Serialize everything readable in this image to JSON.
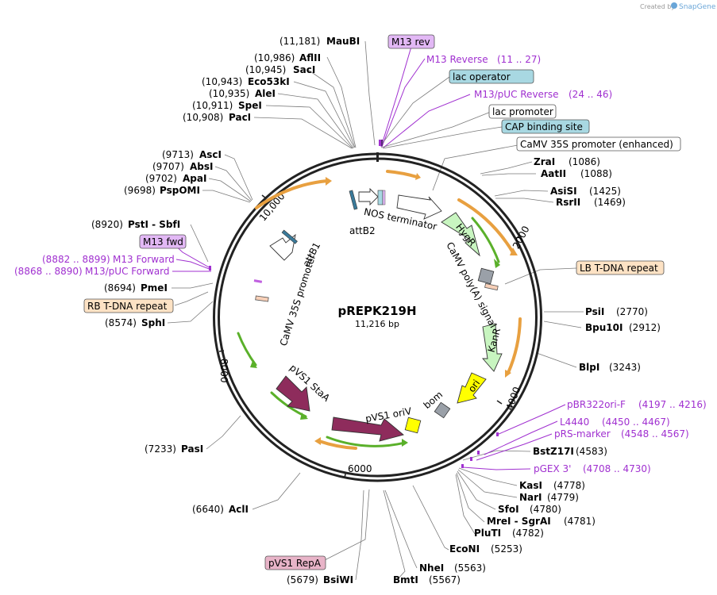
{
  "header": {
    "credit_text": "Created by",
    "brand": "SnapGene"
  },
  "plasmid": {
    "name": "pREPK219H",
    "size_text": "11,216 bp",
    "length_bp": 11216
  },
  "ticks": [
    {
      "label": "2000",
      "bp": 2000
    },
    {
      "label": "4000",
      "bp": 4000
    },
    {
      "label": "6000",
      "bp": 6000
    },
    {
      "label": "8000",
      "bp": 8000
    },
    {
      "label": "10,000",
      "bp": 10000
    }
  ],
  "sites_right": [
    {
      "name": "ZraI",
      "pos": "(1086)"
    },
    {
      "name": "AatII",
      "pos": "(1088)"
    },
    {
      "name": "AsiSI",
      "pos": "(1425)"
    },
    {
      "name": "RsrII",
      "pos": "(1469)"
    },
    {
      "name": "PsiI",
      "pos": "(2770)"
    },
    {
      "name": "Bpu10I",
      "pos": "(2912)"
    },
    {
      "name": "BlpI",
      "pos": "(3243)"
    },
    {
      "name": "BstZ17I",
      "pos": "(4583)"
    },
    {
      "name": "KasI",
      "pos": "(4778)"
    },
    {
      "name": "NarI",
      "pos": "(4779)"
    },
    {
      "name": "SfoI",
      "pos": "(4780)"
    },
    {
      "name": "MreI - SgrAI",
      "pos": "(4781)"
    },
    {
      "name": "PluTI",
      "pos": "(4782)"
    },
    {
      "name": "EcoNI",
      "pos": "(5253)"
    },
    {
      "name": "NheI",
      "pos": "(5563)"
    },
    {
      "name": "BmtI",
      "pos": "(5567)"
    }
  ],
  "sites_left": [
    {
      "name": "MauBI",
      "pos": "(11,181)"
    },
    {
      "name": "AflII",
      "pos": "(10,986)"
    },
    {
      "name": "SacI",
      "pos": "(10,945)"
    },
    {
      "name": "Eco53kI",
      "pos": "(10,943)"
    },
    {
      "name": "AleI",
      "pos": "(10,935)"
    },
    {
      "name": "SpeI",
      "pos": "(10,911)"
    },
    {
      "name": "PacI",
      "pos": "(10,908)"
    },
    {
      "name": "AscI",
      "pos": "(9713)"
    },
    {
      "name": "AbsI",
      "pos": "(9707)"
    },
    {
      "name": "ApaI",
      "pos": "(9702)"
    },
    {
      "name": "PspOMI",
      "pos": "(9698)"
    },
    {
      "name": "PstI - SbfI",
      "pos": "(8920)"
    },
    {
      "name": "PmeI",
      "pos": "(8694)"
    },
    {
      "name": "SphI",
      "pos": "(8574)"
    },
    {
      "name": "PasI",
      "pos": "(7233)"
    },
    {
      "name": "AclI",
      "pos": "(6640)"
    },
    {
      "name": "BsiWI",
      "pos": "(5679)"
    }
  ],
  "primers": [
    {
      "name": "M13 Reverse",
      "range": "(11 .. 27)"
    },
    {
      "name": "M13/pUC Reverse",
      "range": "(24 .. 46)"
    },
    {
      "name": "pBR322ori-F",
      "range": "(4197 .. 4216)"
    },
    {
      "name": "L4440",
      "range": "(4450 .. 4467)"
    },
    {
      "name": "pRS-marker",
      "range": "(4548 .. 4567)"
    },
    {
      "name": "pGEX 3'",
      "range": "(4708 .. 4730)"
    },
    {
      "name": "M13 Forward",
      "range": "(8882 .. 8899)"
    },
    {
      "name": "M13/pUC Forward",
      "range": "(8868 .. 8890)"
    }
  ],
  "boxed_labels": [
    {
      "name": "M13 rev",
      "color": "#e2b8f5"
    },
    {
      "name": "lac operator",
      "color": "#a8d8e2"
    },
    {
      "name": "lac promoter",
      "color": "#ffffff"
    },
    {
      "name": "CAP binding site",
      "color": "#a8d8e2"
    },
    {
      "name": "CaMV 35S promoter (enhanced)",
      "color": "#ffffff"
    },
    {
      "name": "LB T-DNA repeat",
      "color": "#fde2c4"
    },
    {
      "name": "RB T-DNA repeat",
      "color": "#fde2c4"
    },
    {
      "name": "M13 fwd",
      "color": "#e2b8f5"
    },
    {
      "name": "pVS1 RepA",
      "color": "#e8b4c8"
    }
  ],
  "inner_features": [
    {
      "name": "NOS terminator"
    },
    {
      "name": "attB2"
    },
    {
      "name": "HygR"
    },
    {
      "name": "CaMV poly(A) signal"
    },
    {
      "name": "KanR"
    },
    {
      "name": "ori"
    },
    {
      "name": "bom"
    },
    {
      "name": "pVS1 oriV"
    },
    {
      "name": "pVS1 StaA"
    },
    {
      "name": "CaMV 35S promoter"
    },
    {
      "name": "attB1"
    }
  ],
  "colors": {
    "backbone": "#222222",
    "orf_orange": "#e8a040",
    "orf_green": "#5ab02a",
    "hygr": "#c8f5c0",
    "ori": "#ffff00",
    "bom": "#9aa0a8",
    "pvs1": "#8e2c5c",
    "primer": "#a030d0"
  }
}
